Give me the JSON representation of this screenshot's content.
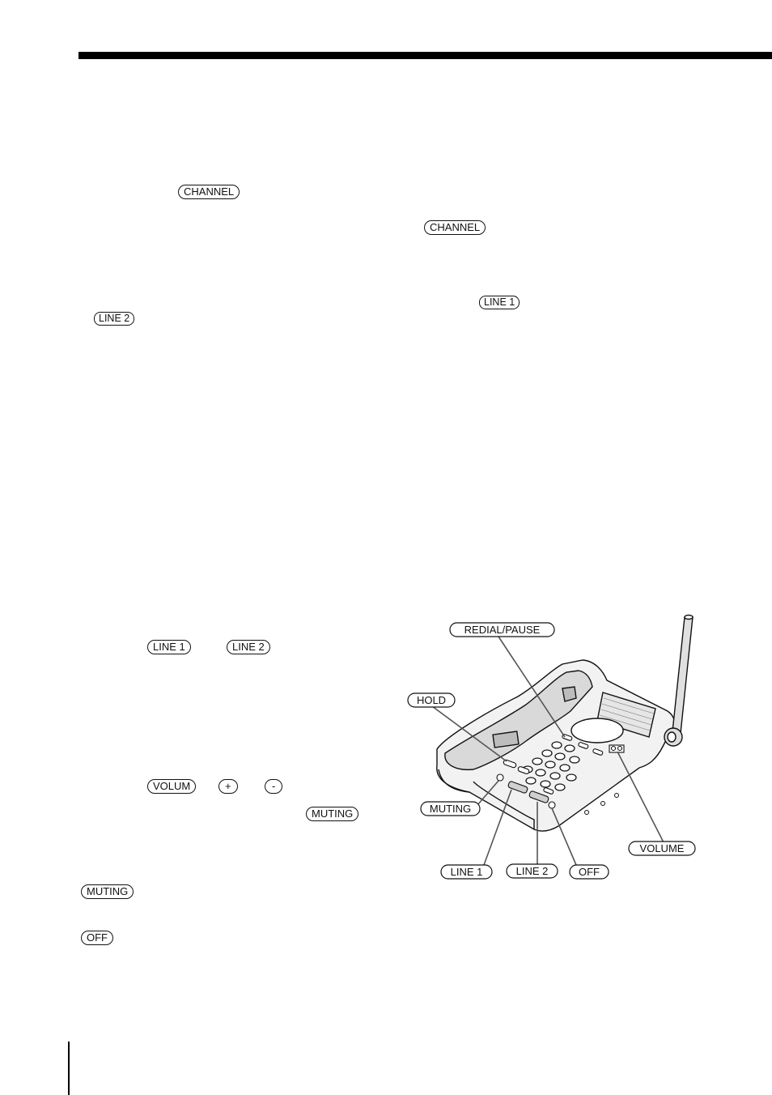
{
  "text_keys": {
    "channel_1": "CHANNEL",
    "channel_2": "CHANNEL",
    "line1_a": "LINE 1",
    "line2_a": "LINE 2",
    "line1_b": "LINE 1",
    "line2_b": "LINE 2",
    "volum": "VOLUM",
    "plus": "+",
    "minus": "-",
    "muting_1": "MUTING",
    "muting_2": "MUTING",
    "off": "OFF"
  },
  "diagram": {
    "labels": {
      "redial_pause": "REDIAL/PAUSE",
      "hold": "HOLD",
      "muting": "MUTING",
      "line1": "LINE 1",
      "line2": "LINE 2",
      "off": "OFF",
      "volume": "VOLUME"
    }
  }
}
